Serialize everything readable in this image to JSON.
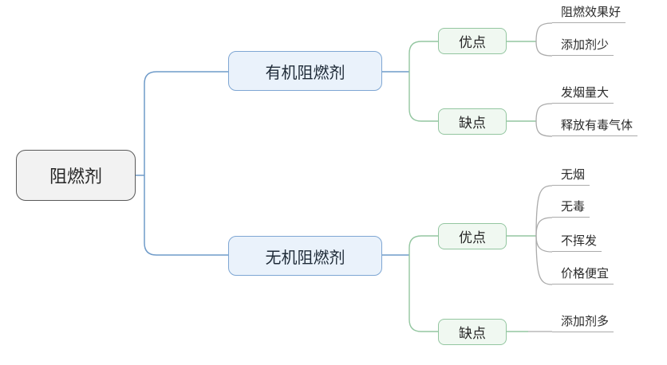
{
  "colors": {
    "root_fill": "#f2f2f2",
    "root_border": "#595959",
    "branch_fill": "#eaf2fb",
    "branch_border": "#7ea6d3",
    "branch_line": "#6f9bc9",
    "sub_fill": "#f0f8f1",
    "sub_border": "#93c6a0",
    "sub_line": "#93c6a0",
    "leaf_line": "#ababab",
    "text": "#262626"
  },
  "map": {
    "root": {
      "label": "阻燃剂"
    },
    "branches": [
      {
        "label": "有机阻燃剂",
        "children": [
          {
            "label": "优点",
            "leaves": [
              "阻燃效果好",
              "添加剂少"
            ]
          },
          {
            "label": "缺点",
            "leaves": [
              "发烟量大",
              "释放有毒气体"
            ]
          }
        ]
      },
      {
        "label": "无机阻燃剂",
        "children": [
          {
            "label": "优点",
            "leaves": [
              "无烟",
              "无毒",
              "不挥发",
              "价格便宜"
            ]
          },
          {
            "label": "缺点",
            "leaves": [
              "添加剂多"
            ]
          }
        ]
      }
    ]
  }
}
